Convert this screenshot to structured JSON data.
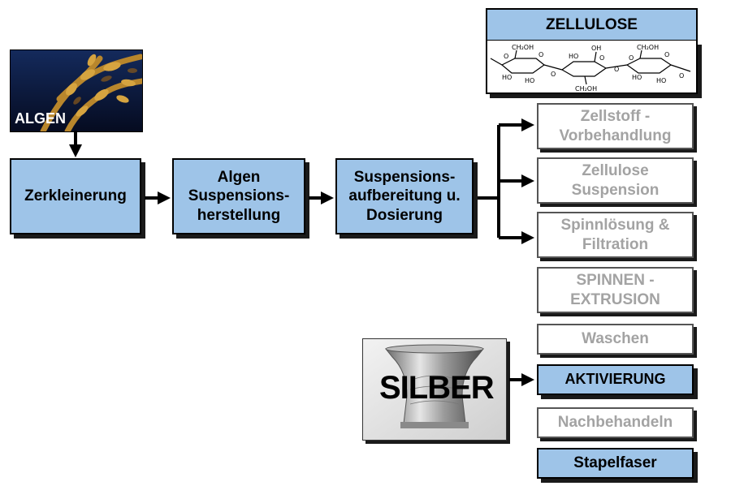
{
  "nodes": {
    "algen": "ALGEN",
    "zerkleinerung": "Zerkleinerung",
    "suspensionsherstellung": "Algen\nSuspensions-\nherstellung",
    "aufbereitung": "Suspensions-\naufbereitung u.\nDosierung",
    "zellulose": "ZELLULOSE",
    "vorbehandlung": "Zellstoff -\nVorbehandlung",
    "zellulose_suspension": "Zellulose\nSuspension",
    "spinnloesung": "Spinnlösung &\nFiltration",
    "spinnen": "SPINNEN -\nEXTRUSION",
    "waschen": "Waschen",
    "silber": "SILBER",
    "aktivierung": "AKTIVIERUNG",
    "nachbehandeln": "Nachbehandeln",
    "stapelfaser": "Stapelfaser"
  },
  "structure_labels": {
    "ch2oh_1": "CH₂OH",
    "ch2oh_2": "CH₂OH",
    "ch2oh_3": "CH₂OH",
    "oh_1": "OH",
    "ho_1": "HO",
    "ho_2": "HO",
    "ho_3": "HO",
    "ho_4": "HO",
    "ho_5": "HO",
    "o_1": "O",
    "o_2": "O",
    "o_3": "O",
    "o_4": "O",
    "o_5": "O",
    "o_6": "O",
    "o_7": "O",
    "o_8": "O"
  },
  "colors": {
    "process_box": "#9ec4e8",
    "faded_text": "#a3a3a3",
    "arrow": "#000000"
  }
}
